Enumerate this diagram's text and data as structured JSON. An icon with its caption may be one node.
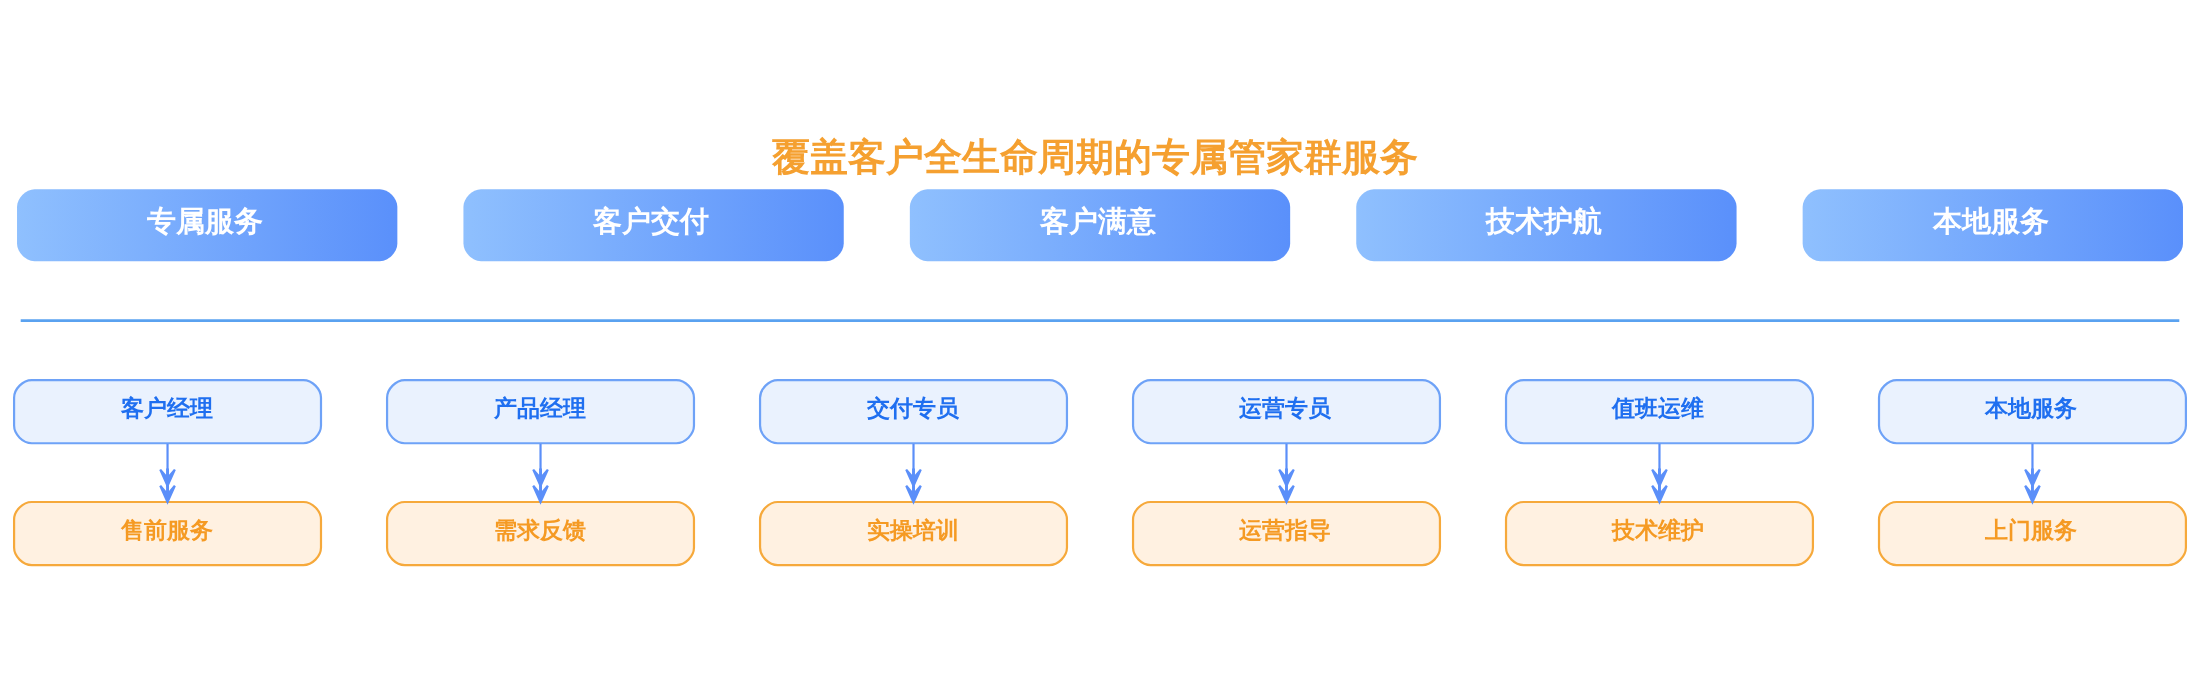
{
  "diagram": {
    "title": "覆盖客户全生命周期的专属管家群服务",
    "nodes": [
      {
        "text": [
          "专属服务"
        ]
      },
      {
        "text": [
          "客户交付"
        ]
      },
      {
        "text": [
          "客户满意"
        ]
      },
      {
        "text": [
          "技术护航"
        ]
      },
      {
        "text": [
          "本地服务"
        ]
      },
      {
        "text": [
          "客户经理"
        ]
      },
      {
        "text": [
          "产品经理"
        ]
      },
      {
        "text": [
          "交付专员"
        ]
      },
      {
        "text": [
          "运营专员"
        ]
      },
      {
        "text": [
          "值班运维"
        ]
      },
      {
        "text": [
          "本地服务"
        ]
      },
      {
        "text": [
          "售前服务"
        ]
      },
      {
        "text": [
          "需求反馈"
        ]
      },
      {
        "text": [
          "实操培训"
        ]
      },
      {
        "text": [
          "运营指导"
        ]
      },
      {
        "text": [
          "技术维护"
        ]
      },
      {
        "text": [
          "上门服务"
        ]
      }
    ],
    "edges": [
      {
        "from": 5,
        "to": 11,
        "arrow": "to"
      },
      {
        "from": 6,
        "to": 12,
        "arrow": "to"
      },
      {
        "from": 7,
        "to": 13,
        "arrow": "to"
      },
      {
        "from": 8,
        "to": 14,
        "arrow": "to"
      },
      {
        "from": 9,
        "to": 15,
        "arrow": "to"
      },
      {
        "from": 10,
        "to": 16,
        "arrow": "to"
      }
    ]
  }
}
